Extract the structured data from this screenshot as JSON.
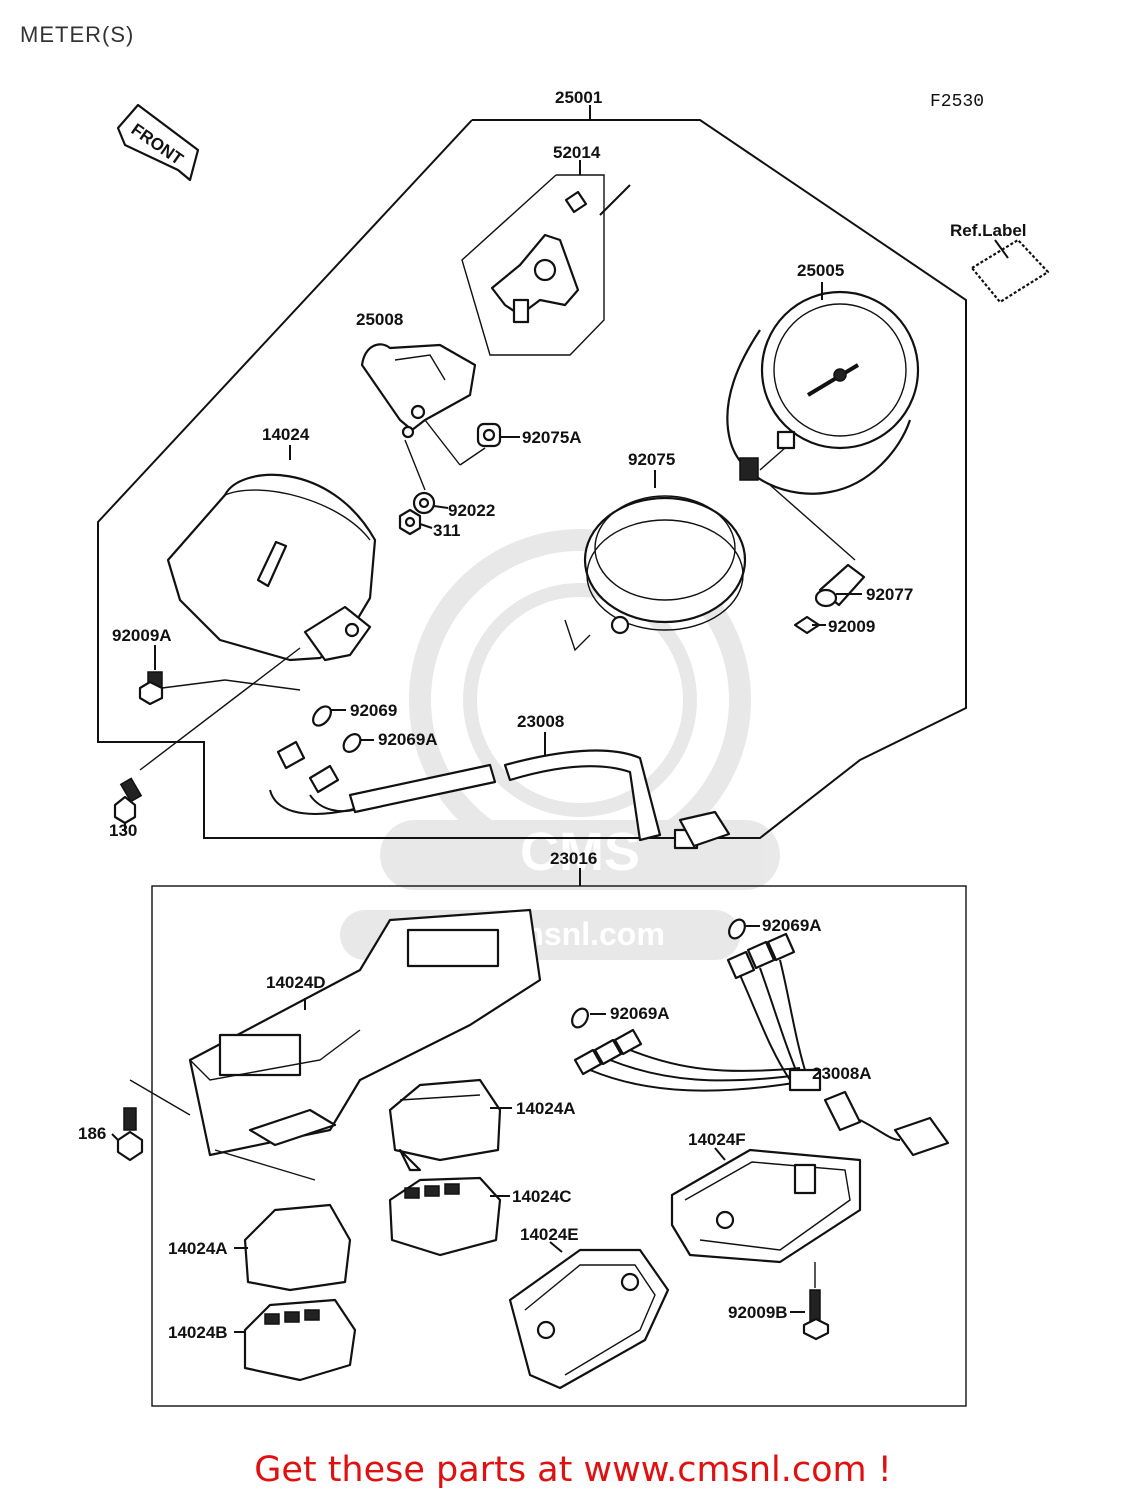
{
  "page_title": "METER(S)",
  "diagram_code": "F2530",
  "front_label": "FRONT",
  "ref_label": "Ref.Label",
  "watermark_text": "www.cmsnl.com",
  "parts": {
    "p25001": "25001",
    "p52014": "52014",
    "p25008": "25008",
    "p25005": "25005",
    "p14024": "14024",
    "p92075A": "92075A",
    "p92075": "92075",
    "p92022": "92022",
    "p311": "311",
    "p92009A": "92009A",
    "p92077": "92077",
    "p92009": "92009",
    "p92069": "92069",
    "p92069A_a": "92069A",
    "p23008": "23008",
    "p130": "130",
    "p23016": "23016",
    "p92069A_b": "92069A",
    "p14024D": "14024D",
    "p92069A_c": "92069A",
    "p23008A": "23008A",
    "p186": "186",
    "p14024A_a": "14024A",
    "p14024F": "14024F",
    "p14024C": "14024C",
    "p14024E": "14024E",
    "p14024A_b": "14024A",
    "p14024B": "14024B",
    "p92009B": "92009B"
  },
  "footer_text": "Get these parts at www.cmsnl.com !"
}
